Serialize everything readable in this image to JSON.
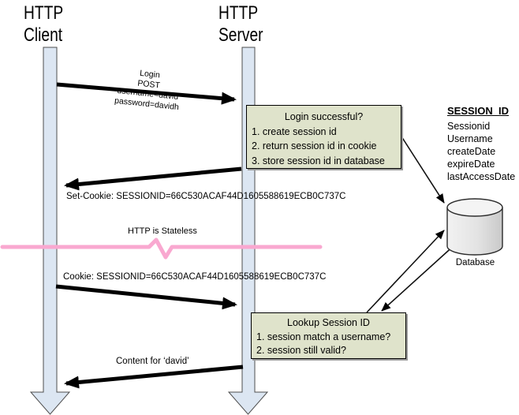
{
  "colors": {
    "lifeline-fill": "#dce6f2",
    "lifeline-stroke": "#4d4d4d",
    "box-fill": "#dfe3cb",
    "box-stroke": "#000000",
    "pink": "#f9a8d0",
    "db-stroke": "#2b2b2b",
    "arrow": "#000000"
  },
  "actors": {
    "client": {
      "label": "HTTP\nClient"
    },
    "server": {
      "label": "HTTP\nServer"
    }
  },
  "messages": {
    "login": {
      "label": "Login\nPOST\nusername=david\npassword=davidh"
    },
    "set_cookie": {
      "label": "Set-Cookie: SESSIONID=66C530ACAF44D1605588619ECB0C737C"
    },
    "stateless": {
      "label": "HTTP is Stateless"
    },
    "cookie": {
      "label": "Cookie: SESSIONID=66C530ACAF44D1605588619ECB0C737C"
    },
    "content": {
      "label": "Content for ‘david’"
    }
  },
  "boxes": {
    "login": {
      "title": "Login successful?",
      "items": [
        "1. create session id",
        "2. return session id in cookie",
        "3. store session id in database"
      ]
    },
    "lookup": {
      "title": "Lookup Session ID",
      "items": [
        "1.  session match a username?",
        "2.  session still valid?"
      ]
    }
  },
  "session_table": {
    "title": "SESSION_ID",
    "fields": [
      "Sessionid",
      "Username",
      "createDate",
      "expireDate",
      "lastAccessDate"
    ]
  },
  "database": {
    "label": "Database"
  }
}
